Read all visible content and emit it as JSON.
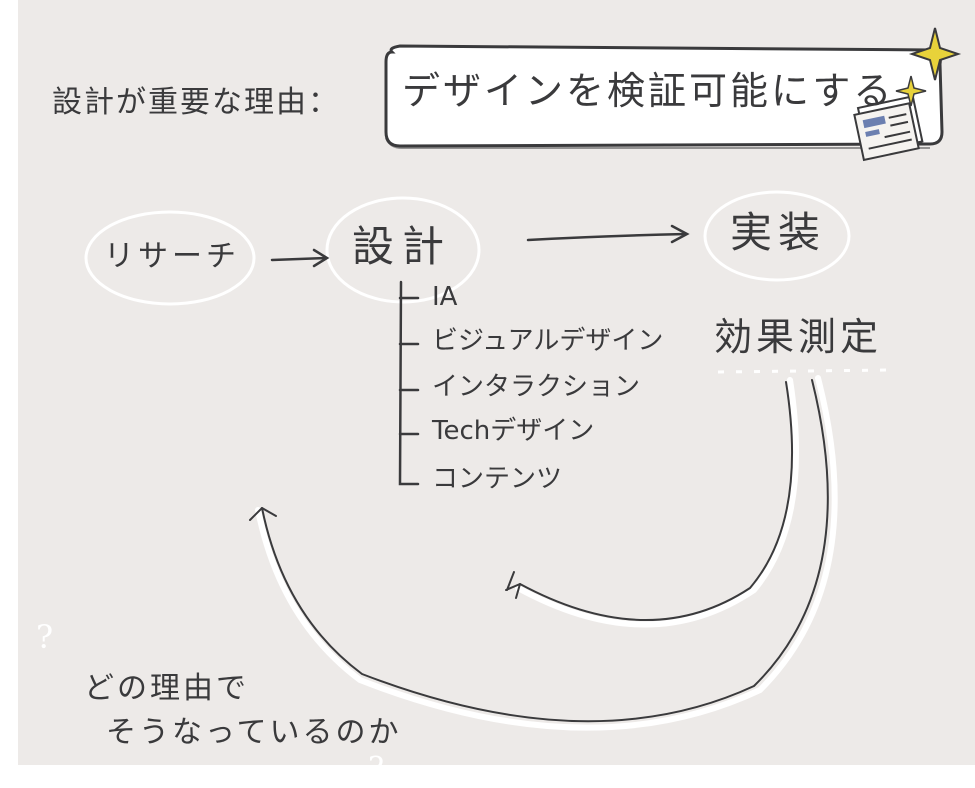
{
  "header": {
    "label": "設計が重要な理由：",
    "callout": "デザインを検証可能にする"
  },
  "nodes": {
    "research": "リサーチ",
    "design": "設計",
    "implementation": "実装",
    "measurement": "効果測定"
  },
  "design_components": [
    "IA",
    "ビジュアルデザイン",
    "インタラクション",
    "Techデザイン",
    "コンテンツ"
  ],
  "question": {
    "line1": "どの理由で",
    "line2": "そうなっているのか"
  },
  "colors": {
    "background": "#edeae8",
    "ink": "#3a3a3c",
    "chalk": "#ffffff",
    "sparkle": "#e8d23a"
  },
  "icons": [
    "sparkle-icon",
    "document-stack-icon",
    "question-mark-icon"
  ]
}
